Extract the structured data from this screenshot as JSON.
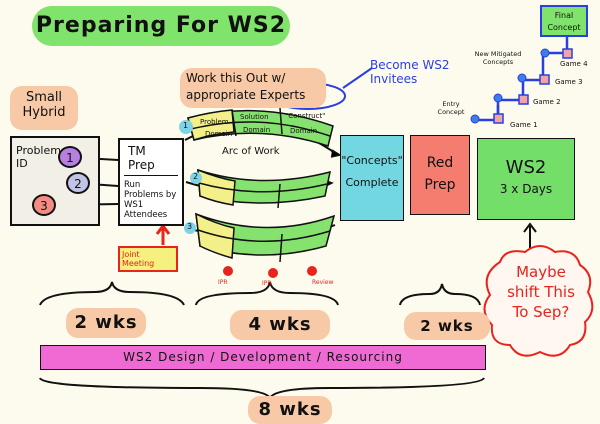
{
  "title": "Preparing For WS2",
  "hybrid_label": "Small Hybrid",
  "problem_box": {
    "label": "Problem ID",
    "items": [
      "1",
      "2",
      "3"
    ],
    "colors": [
      "#b67fe0",
      "#c2c4e6",
      "#f48c84"
    ]
  },
  "tm_prep": {
    "title": "TM Prep",
    "body": "Run Problems by WS1 Attendees"
  },
  "joint_meeting": "Joint Meeting",
  "work_note": "Work this Out w/ appropriate Experts",
  "invitees_note": "Become WS2 Invitees",
  "arc": {
    "markers": [
      "1",
      "2",
      "3"
    ],
    "cells_top": [
      "Problem",
      "Solution",
      "\"Construct\""
    ],
    "cells_bottom": [
      "Domain",
      "Domain",
      "Domain"
    ],
    "label": "Arc of Work",
    "reviews": [
      "IPR",
      "IPR",
      "Review"
    ]
  },
  "concepts": {
    "label": "\"Concepts\" Complete",
    "color": "#72d7e0"
  },
  "red_prep": {
    "label": "Red Prep",
    "color": "#f47d6f"
  },
  "ws2": {
    "label": "WS2",
    "sub": "3 x Days",
    "color": "#74df68"
  },
  "game_ladder": {
    "final": "Final Concept",
    "new": "New Mitigated Concepts",
    "entry": "Entry Concept",
    "games": [
      "Game 1",
      "Game 2",
      "Game 3",
      "Game 4"
    ]
  },
  "cloud_note": "Maybe shift This To Sep?",
  "durations": [
    "2 wks",
    "4 wks",
    "2 wks"
  ],
  "bar": {
    "label": "WS2 Design / Development / Resourcing",
    "color": "#f06ad4"
  },
  "total": "8 wks"
}
